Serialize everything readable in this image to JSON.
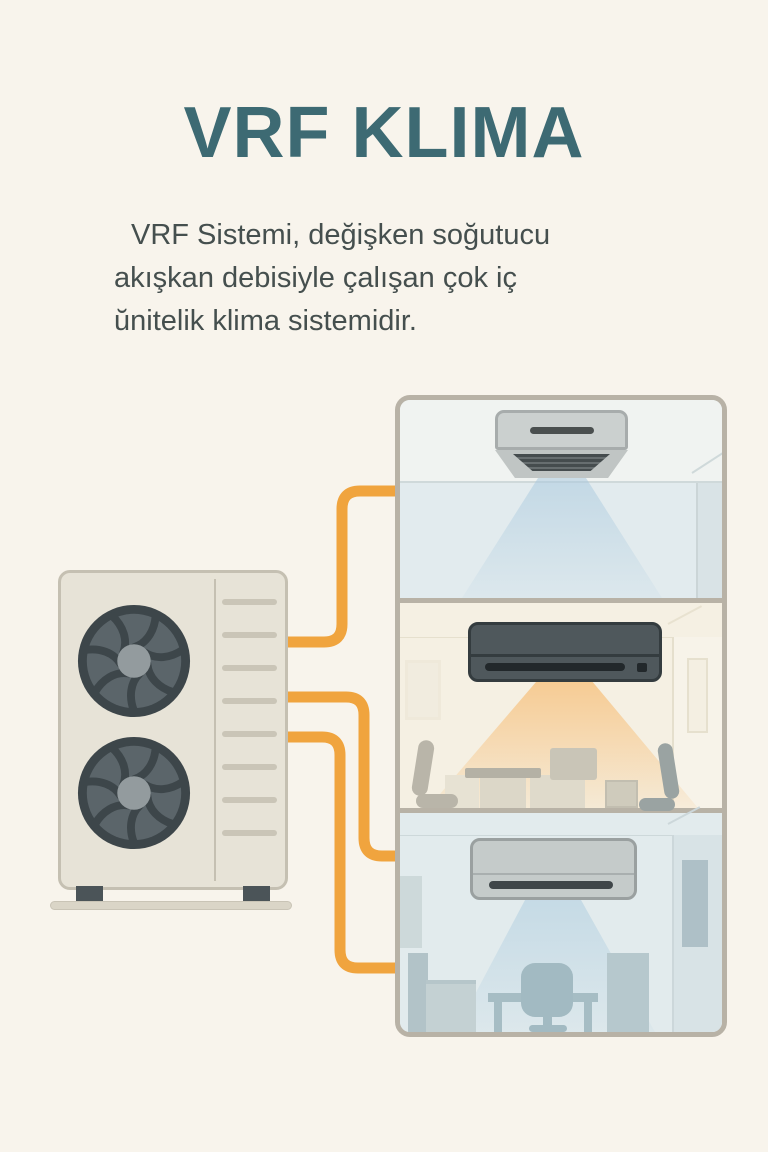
{
  "title": "VRF KLIMA",
  "description": {
    "lines": [
      "VRF Sistemi, değişken soğutucu",
      "akışkan debisiyle çalışan çok iç",
      "ŭnitelik klima sistemidir."
    ]
  },
  "colors": {
    "background": "#f8f4ec",
    "title": "#3d6a73",
    "text": "#454f4e",
    "pipe": "#f0a43e",
    "unit_body": "#e7e3d7",
    "unit_border": "#c5c0b2",
    "unit_slat": "#cac5b7",
    "fan_ring": "#3d464a",
    "fan_blade": "#5b656a",
    "fan_hub": "#939b9e",
    "unit_foot": "#4b5458",
    "base_bar": "#dad5c7",
    "building_border": "#b8b2a6",
    "floor1_ceiling": "#f0f3f1",
    "floor1_wall": "#e2ebee",
    "floor1_side": "#d9e3e6",
    "cool_air": "#a9c9de",
    "floor2_wall": "#f5f0e3",
    "floor2_side": "#f7f3e9",
    "warm_air": "#f6c586",
    "floor3_wall": "#e2ebed",
    "floor3_side": "#d8e3e6",
    "dark_unit": "#4f585c",
    "dark_unit_border": "#343c3f",
    "light_unit": "#c5cbca",
    "light_unit_border": "#9aa0a0",
    "vent_slot": "#22282b",
    "cassette_body": "#cbd0cf",
    "cassette_border": "#a7acac",
    "furniture_tan": "#b9b5a9",
    "furniture_tan_dark": "#9aa3a2",
    "furniture_blue": "#b4c6cb",
    "furniture_blue_dark": "#a2bac2",
    "frame_light": "#efe9da"
  },
  "diagram": {
    "outdoor_unit": {
      "fan_count": 2,
      "grille_slat_count": 8
    },
    "pipes": {
      "count": 3
    },
    "building": {
      "floors": [
        {
          "indoor_unit": "ceiling-cassette",
          "airflow": "cool"
        },
        {
          "indoor_unit": "wall-mounted-dark",
          "airflow": "warm"
        },
        {
          "indoor_unit": "wall-mounted-light",
          "airflow": "cool"
        }
      ]
    }
  }
}
